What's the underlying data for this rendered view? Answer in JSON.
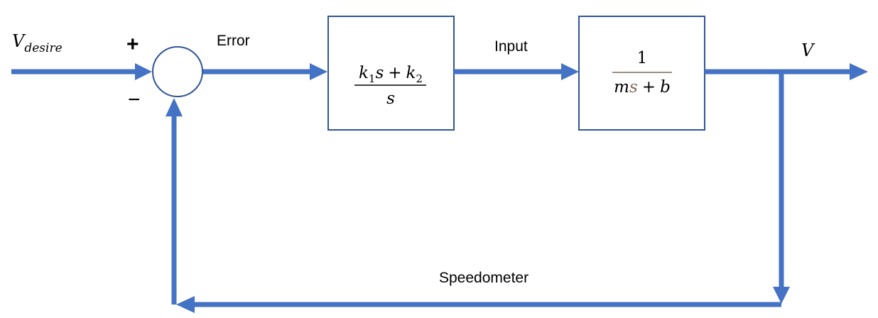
{
  "input_signal": {
    "base": "V",
    "subscript": "desire"
  },
  "sum_plus": "+",
  "sum_minus": "−",
  "error_label": "Error",
  "input_label": "Input",
  "output_label": "V",
  "feedback_label": "Speedometer",
  "controller_block": {
    "k1": "k",
    "k1_sub": "1",
    "s": "s",
    "plus": "+",
    "k2": "k",
    "k2_sub": "2",
    "denominator": "s"
  },
  "plant_block": {
    "numerator": "1",
    "m": "m",
    "s": "s",
    "plus": "+",
    "b": "b"
  },
  "colors": {
    "wire": "#4472c4",
    "block_border": "#2f5597",
    "plant_s": "#7f6a5f"
  }
}
